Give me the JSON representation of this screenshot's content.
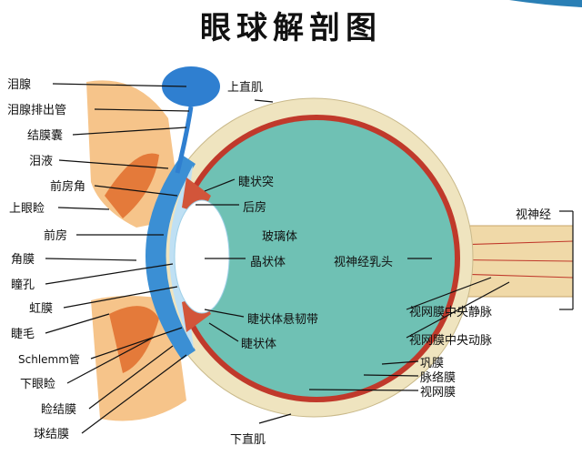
{
  "title": "眼球解剖图",
  "labels_left": [
    "泪腺",
    "泪腺排出管",
    "结膜囊",
    "泪液",
    "前房角",
    "上眼睑",
    "前房",
    "角膜",
    "瞳孔",
    "虹膜",
    "睫毛",
    "Schlemm管",
    "下眼睑",
    "睑结膜",
    "球结膜"
  ],
  "labels_inner": [
    "上直肌",
    "睫状突",
    "后房",
    "玻璃体",
    "晶状体",
    "视神经乳头",
    "睫状体悬韧带",
    "睫状体",
    "下直肌"
  ],
  "labels_right": [
    "视神经",
    "视网膜中央静脉",
    "视网膜中央动脉",
    "巩膜",
    "脉络膜",
    "视网膜"
  ],
  "colors": {
    "vitreous": "#6fc1b4",
    "sclera": "#efe4bf",
    "choroid": "#c0392b",
    "cornea": "#3b8fd4",
    "lacrimal": "#2f7fd0",
    "eyelid": "#f2a25a"
  }
}
